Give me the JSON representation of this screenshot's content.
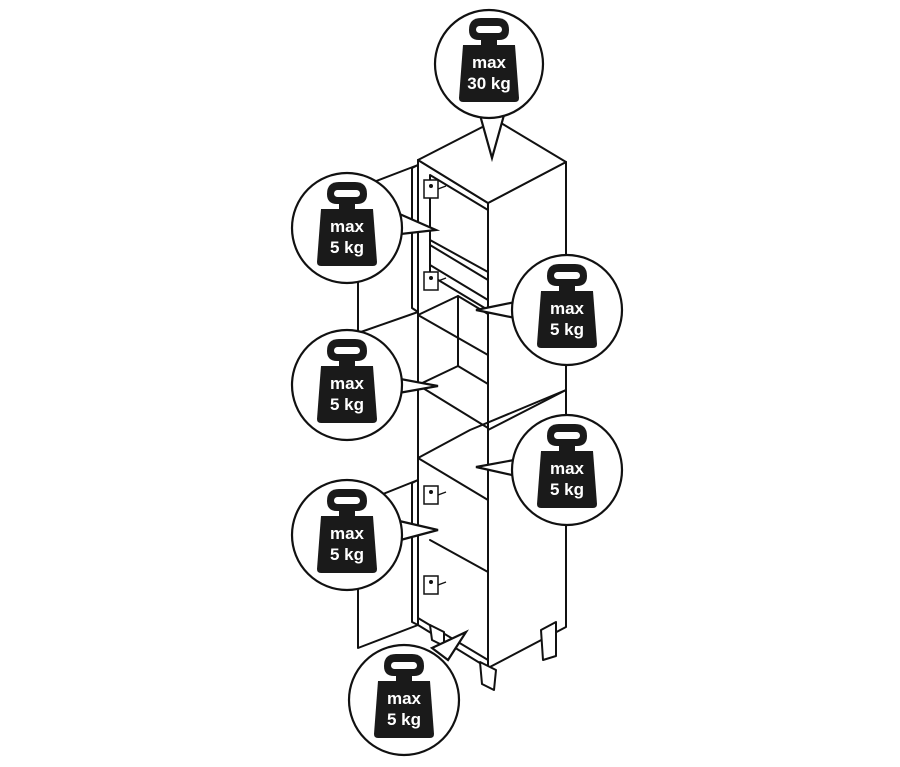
{
  "callouts": [
    {
      "id": "top",
      "line1": "max",
      "line2": "30 kg"
    },
    {
      "id": "door-upper",
      "line1": "max",
      "line2": "5 kg"
    },
    {
      "id": "shelf-right-upper",
      "line1": "max",
      "line2": "5 kg"
    },
    {
      "id": "shelf-open",
      "line1": "max",
      "line2": "5 kg"
    },
    {
      "id": "shelf-right-lower",
      "line1": "max",
      "line2": "5 kg"
    },
    {
      "id": "door-lower",
      "line1": "max",
      "line2": "5 kg"
    },
    {
      "id": "bottom",
      "line1": "max",
      "line2": "5 kg"
    }
  ]
}
